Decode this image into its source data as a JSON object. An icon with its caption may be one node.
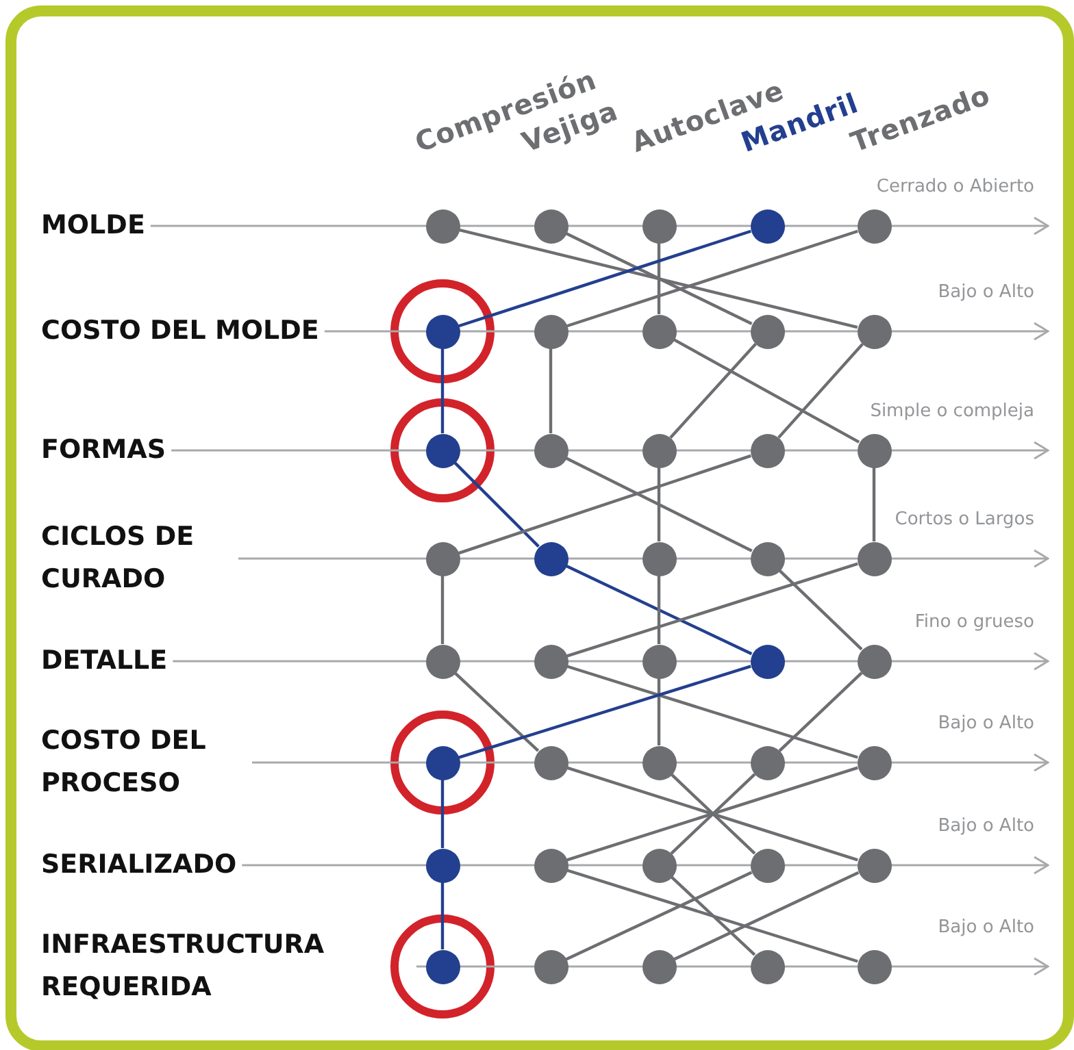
{
  "diagram": {
    "nodes": [
      {
        "text": [
          "MOLDE"
        ]
      },
      {
        "text": [
          "COSTO DEL MOLDE"
        ]
      },
      {
        "text": [
          "FORMAS"
        ]
      },
      {
        "text": [
          "CICLOS DE CURADO"
        ]
      },
      {
        "text": [
          "DETALLE"
        ]
      },
      {
        "text": [
          "COSTO DEL PROCESO"
        ]
      },
      {
        "text": [
          "SERIALIZADO"
        ]
      },
      {
        "text": [
          "INFRAESTRUCTURA REQUERIDA"
        ]
      },
      {
        "text": [],
        "shape": "circle"
      },
      {
        "text": [],
        "shape": "circle"
      },
      {
        "text": [],
        "shape": "circle"
      },
      {
        "text": [],
        "shape": "circle"
      },
      {
        "text": [],
        "shape": "circle"
      },
      {
        "text": [],
        "shape": "circle"
      },
      {
        "text": [],
        "shape": "circle"
      },
      {
        "text": [],
        "shape": "circle"
      },
      {
        "text": [],
        "shape": "circle"
      },
      {
        "text": [],
        "shape": "circle"
      },
      {
        "text": [],
        "shape": "circle"
      },
      {
        "text": [],
        "shape": "circle"
      },
      {
        "text": [],
        "shape": "circle"
      },
      {
        "text": [],
        "shape": "circle"
      },
      {
        "text": [],
        "shape": "circle"
      },
      {
        "text": [],
        "shape": "circle"
      },
      {
        "text": [],
        "shape": "circle"
      },
      {
        "text": [],
        "shape": "circle"
      },
      {
        "text": [],
        "shape": "circle"
      },
      {
        "text": [],
        "shape": "circle"
      },
      {
        "text": [],
        "shape": "circle"
      },
      {
        "text": [],
        "shape": "circle"
      },
      {
        "text": [],
        "shape": "circle"
      },
      {
        "text": [],
        "shape": "circle"
      },
      {
        "text": [],
        "shape": "circle"
      },
      {
        "text": [],
        "shape": "circle"
      },
      {
        "text": [],
        "shape": "circle"
      },
      {
        "text": [],
        "shape": "circle"
      },
      {
        "text": [],
        "shape": "circle"
      },
      {
        "text": [],
        "shape": "circle"
      },
      {
        "text": [],
        "shape": "circle"
      },
      {
        "text": [],
        "shape": "circle"
      },
      {
        "text": [],
        "shape": "circle"
      },
      {
        "text": [],
        "shape": "circle"
      },
      {
        "text": [],
        "shape": "circle"
      },
      {
        "text": [],
        "shape": "circle"
      },
      {
        "text": [],
        "shape": "circle"
      },
      {
        "text": [],
        "shape": "circle"
      },
      {
        "text": [],
        "shape": "circle"
      },
      {
        "text": [],
        "shape": "circle"
      }
    ],
    "edges": [
      {
        "from": 0,
        "to": null,
        "arrow": "to",
        "label": "Cerrado o Abierto",
        "color": "#a7a9ac"
      },
      {
        "from": 1,
        "to": null,
        "arrow": "to",
        "label": "Bajo o Alto",
        "color": "#a7a9ac"
      },
      {
        "from": 2,
        "to": null,
        "arrow": "to",
        "label": "Simple o compleja",
        "color": "#a7a9ac"
      },
      {
        "from": 3,
        "to": null,
        "arrow": "to",
        "label": "Cortos o Largos",
        "color": "#a7a9ac"
      },
      {
        "from": 4,
        "to": null,
        "arrow": "to",
        "label": "Fino o grueso",
        "color": "#a7a9ac"
      },
      {
        "from": 5,
        "to": null,
        "arrow": "to",
        "label": "Bajo o Alto",
        "color": "#a7a9ac"
      },
      {
        "from": 6,
        "to": null,
        "arrow": "to",
        "label": "Bajo o Alto",
        "color": "#a7a9ac"
      },
      {
        "from": 7,
        "to": null,
        "arrow": "to",
        "label": "Bajo o Alto",
        "color": "#a7a9ac"
      },
      {
        "from": 8,
        "to": 17,
        "arrow": "none"
      },
      {
        "from": 9,
        "to": 16,
        "arrow": "none"
      },
      {
        "from": 10,
        "to": 15,
        "arrow": "none"
      },
      {
        "from": 11,
        "to": 13,
        "arrow": "none",
        "color": "#233f8f"
      },
      {
        "from": 12,
        "to": 14,
        "arrow": "none"
      },
      {
        "from": 13,
        "to": 18,
        "arrow": "none",
        "color": "#233f8f"
      },
      {
        "from": 14,
        "to": 19,
        "arrow": "none"
      },
      {
        "from": 15,
        "to": 22,
        "arrow": "none"
      },
      {
        "from": 16,
        "to": 20,
        "arrow": "none"
      },
      {
        "from": 17,
        "to": 21,
        "arrow": "none"
      },
      {
        "from": 18,
        "to": 24,
        "arrow": "none",
        "color": "#233f8f"
      },
      {
        "from": 19,
        "to": 26,
        "arrow": "none"
      },
      {
        "from": 20,
        "to": 25,
        "arrow": "none"
      },
      {
        "from": 21,
        "to": 23,
        "arrow": "none"
      },
      {
        "from": 22,
        "to": 27,
        "arrow": "none"
      },
      {
        "from": 23,
        "to": 28,
        "arrow": "none"
      },
      {
        "from": 24,
        "to": 31,
        "arrow": "none",
        "color": "#233f8f"
      },
      {
        "from": 25,
        "to": 30,
        "arrow": "none"
      },
      {
        "from": 26,
        "to": 32,
        "arrow": "none"
      },
      {
        "from": 27,
        "to": 29,
        "arrow": "none"
      },
      {
        "from": 28,
        "to": 34,
        "arrow": "none"
      },
      {
        "from": 29,
        "to": 37,
        "arrow": "none"
      },
      {
        "from": 30,
        "to": 35,
        "arrow": "none"
      },
      {
        "from": 31,
        "to": 33,
        "arrow": "none",
        "color": "#233f8f"
      },
      {
        "from": 32,
        "to": 36,
        "arrow": "none"
      },
      {
        "from": 33,
        "to": 38,
        "arrow": "none",
        "color": "#233f8f"
      },
      {
        "from": 34,
        "to": 42,
        "arrow": "none"
      },
      {
        "from": 35,
        "to": 41,
        "arrow": "none"
      },
      {
        "from": 36,
        "to": 40,
        "arrow": "none"
      },
      {
        "from": 37,
        "to": 39,
        "arrow": "none"
      },
      {
        "from": 38,
        "to": 43,
        "arrow": "none",
        "color": "#233f8f"
      },
      {
        "from": 39,
        "to": 47,
        "arrow": "none"
      },
      {
        "from": 40,
        "to": 46,
        "arrow": "none"
      },
      {
        "from": 41,
        "to": 44,
        "arrow": "none"
      },
      {
        "from": 42,
        "to": 45,
        "arrow": "none"
      }
    ],
    "labels": [
      "Compresión",
      "Vejiga",
      "Autoclave",
      "Mandril",
      "Trenzado"
    ]
  }
}
